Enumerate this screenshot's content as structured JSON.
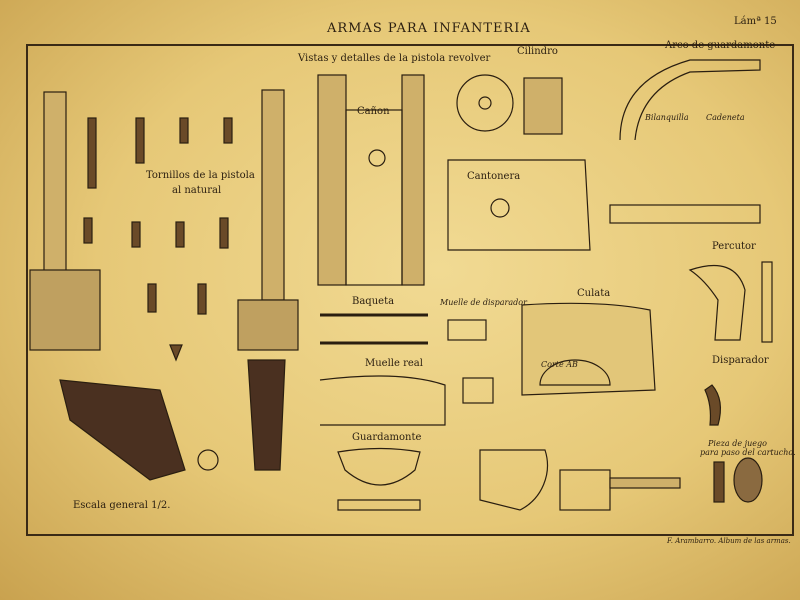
{
  "header": {
    "title": "ARMAS PARA INFANTERIA",
    "plate_number": "Lámª 15"
  },
  "labels": {
    "views": "Vistas y detalles de la pistola revolver",
    "cylinder": "Cilindro",
    "trigger_guard_bow": "Arco de guardamonte",
    "barrel": "Cañon",
    "screws_line1": "Tornillos de la pistola",
    "screws_line2": "al natural",
    "butt_plate": "Cantonera",
    "bilanquilla": "Bilanquilla",
    "cadeneta": "Cadeneta",
    "hammer": "Percutor",
    "ramrod": "Baqueta",
    "trigger_spring": "Muelle de disparador",
    "stock": "Culata",
    "section": "Corte AB",
    "mainspring": "Muelle real",
    "trigger": "Disparador",
    "trigger_guard": "Guardamonte",
    "loading_gate_line1": "Pieza de juego",
    "loading_gate_line2": "para paso del cartucho.",
    "scale": "Escala general 1/2.",
    "credit": "F. Arambarro. Album de las armas."
  }
}
